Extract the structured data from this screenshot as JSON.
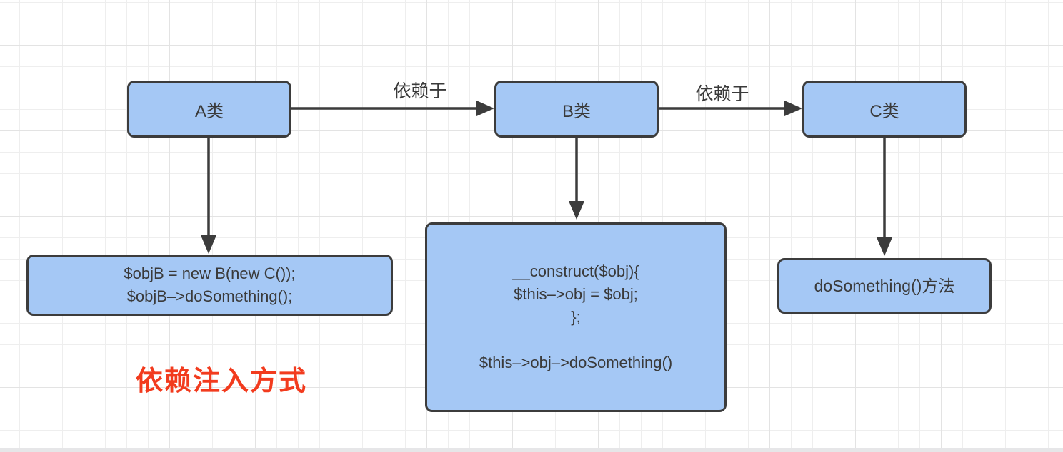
{
  "colors": {
    "node_fill": "#A5C8F5",
    "node_border": "#3C3C3C",
    "connector": "#3C3C3C",
    "text": "#3A3A3A",
    "caption": "#F23B1E",
    "grid_minor": "#EEEEEE",
    "grid_major": "#E3E3E3",
    "canvas_bg": "#FFFFFF",
    "bottom_bar": "#E6E6E8"
  },
  "diagram": {
    "nodes": {
      "class_a": {
        "label": "A类"
      },
      "class_b": {
        "label": "B类"
      },
      "class_c": {
        "label": "C类"
      }
    },
    "edges": [
      {
        "label": "依赖于"
      },
      {
        "label": "依赖于"
      }
    ],
    "code_a": {
      "lines": [
        "$objB = new B(new C());",
        "$objB–>doSomething();"
      ]
    },
    "code_b": {
      "lines": [
        "__construct($obj){",
        "$this–>obj = $obj;",
        "};",
        "",
        "$this–>obj–>doSomething()"
      ]
    },
    "code_c": {
      "lines": [
        "doSomething()方法"
      ]
    }
  },
  "caption": {
    "text": "依赖注入方式"
  }
}
